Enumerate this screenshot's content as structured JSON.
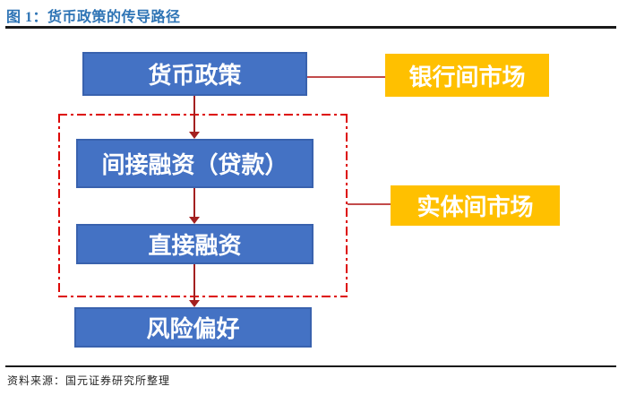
{
  "figure": {
    "title": "图 1：货币政策的传导路径",
    "source_note": "资料来源：国元证券研究所整理"
  },
  "nodes": {
    "monetary_policy": {
      "label": "货币政策"
    },
    "interbank_market": {
      "label": "银行间市场"
    },
    "indirect_financing": {
      "label": "间接融资（贷款）"
    },
    "direct_financing": {
      "label": "直接融资"
    },
    "entity_market": {
      "label": "实体间市场"
    },
    "risk_appetite": {
      "label": "风险偏好"
    }
  },
  "edges": [
    {
      "from": "monetary_policy",
      "to": "indirect_financing",
      "style": "arrow-down"
    },
    {
      "from": "indirect_financing",
      "to": "direct_financing",
      "style": "arrow-down"
    },
    {
      "from": "direct_financing",
      "to": "risk_appetite",
      "style": "arrow-down"
    },
    {
      "from": "monetary_policy",
      "to": "interbank_market",
      "style": "line"
    },
    {
      "from": "dashed_group_frame",
      "to": "entity_market",
      "style": "line"
    }
  ],
  "colors": {
    "node_blue": "#4472C4",
    "node_blue_border": "#3962AE",
    "node_yellow": "#FFC000",
    "node_text": "#FFFFFF",
    "title_blue": "#2E74B5",
    "rule_dark": "#1A1A1A",
    "dashed_red": "#DD0806",
    "arrow_red": "#A32020",
    "connector_red": "#C24B4B",
    "source_text": "#262626"
  }
}
